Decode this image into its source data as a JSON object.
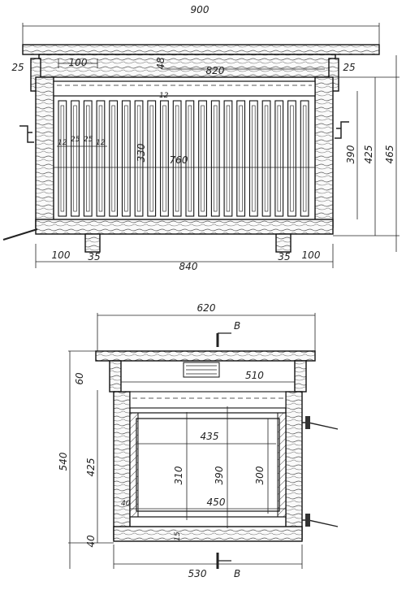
{
  "top_view": {
    "overall_width": "900",
    "cover_offset": "100",
    "inner_length": "820",
    "lid_height": "48",
    "left_rim": "25",
    "right_rim": "25",
    "gap": "12",
    "frame_height": "330",
    "frame_length": "760",
    "frame_spacing": [
      "12",
      "25",
      "25",
      "12"
    ],
    "wall_height": "390",
    "body_height": "425",
    "total_height": "465",
    "leg_offset_left": "100",
    "leg_width_left": "35",
    "leg_span": "840",
    "leg_width_right": "35",
    "leg_offset_right": "100"
  },
  "bottom_view": {
    "overall_width": "620",
    "section_mark": "B",
    "lid_height": "60",
    "inner_width": "510",
    "total_height": "540",
    "body_height": "425",
    "frame_width_top": "435",
    "frame_height": "310",
    "inner_height": "390",
    "rack_height": "300",
    "frame_width_bottom": "450",
    "bottom_board": "40",
    "side_gap": "40",
    "rail": "15",
    "base_width": "530"
  }
}
